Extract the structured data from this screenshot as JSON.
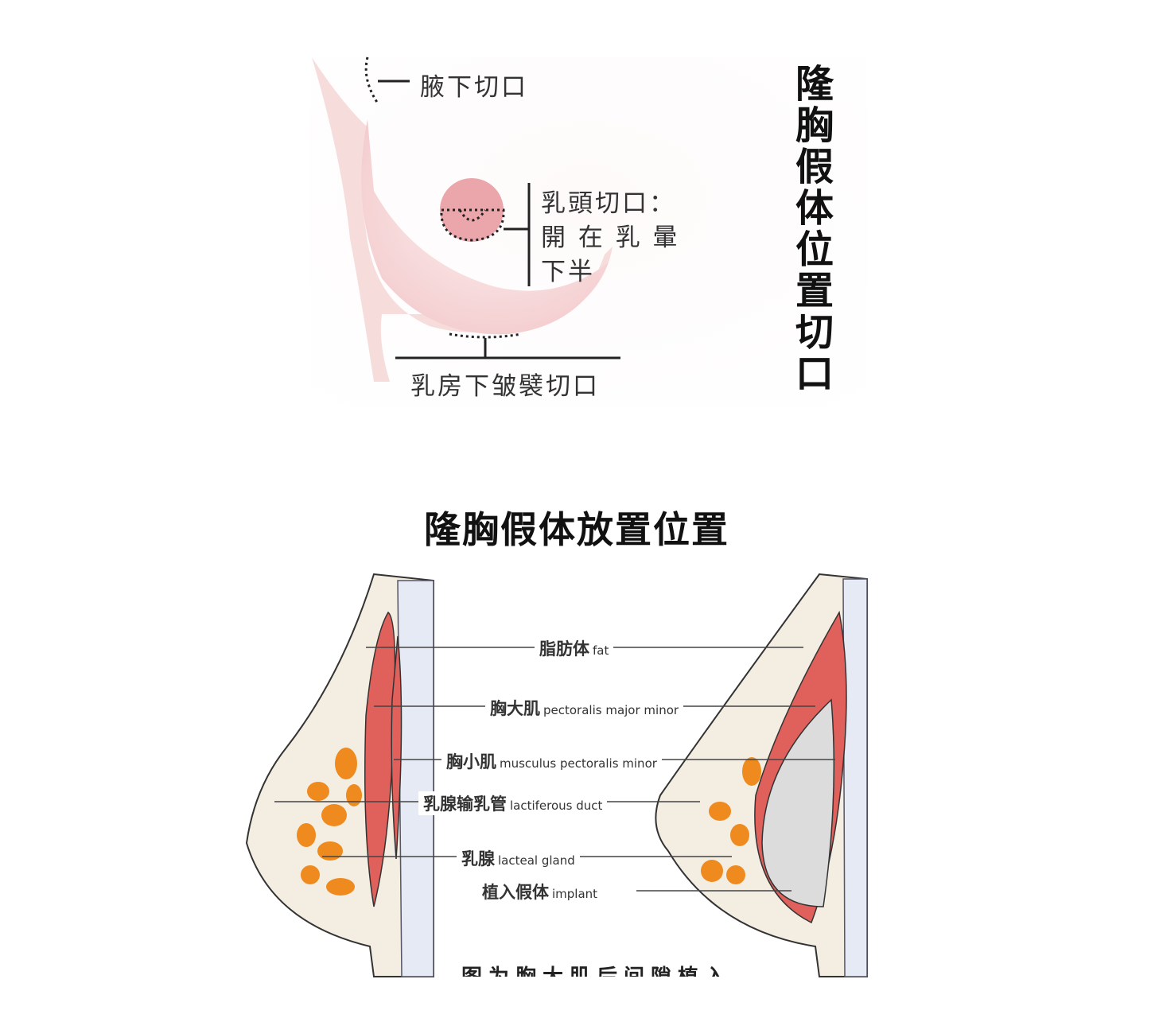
{
  "incision_diagram": {
    "vertical_title": "隆胸假体位置切口",
    "labels": {
      "axillary": "腋下切口",
      "areola_line1": "乳頭切口：",
      "areola_line2": "開 在 乳 暈",
      "areola_line3": "下半",
      "inframammary": "乳房下皱襞切口"
    }
  },
  "placement_diagram": {
    "title": "隆胸假体放置位置",
    "labels": [
      {
        "zh": "脂肪体",
        "en": "fat"
      },
      {
        "zh": "胸大肌",
        "en": "pectoralis major minor"
      },
      {
        "zh": "胸小肌",
        "en": "musculus pectoralis minor"
      },
      {
        "zh": "乳腺输乳管",
        "en": "lactiferous duct"
      },
      {
        "zh": "乳腺",
        "en": "lacteal gland"
      },
      {
        "zh": "植入假体",
        "en": "implant"
      }
    ],
    "caption_partial": "图为胸大肌后间隙植入"
  },
  "colors": {
    "skin": "#f6d3d3",
    "areola": "#eaa0a6",
    "muscle": "#e0605c",
    "gland": "#ee8a1e",
    "implant": "#d8d8d8"
  }
}
